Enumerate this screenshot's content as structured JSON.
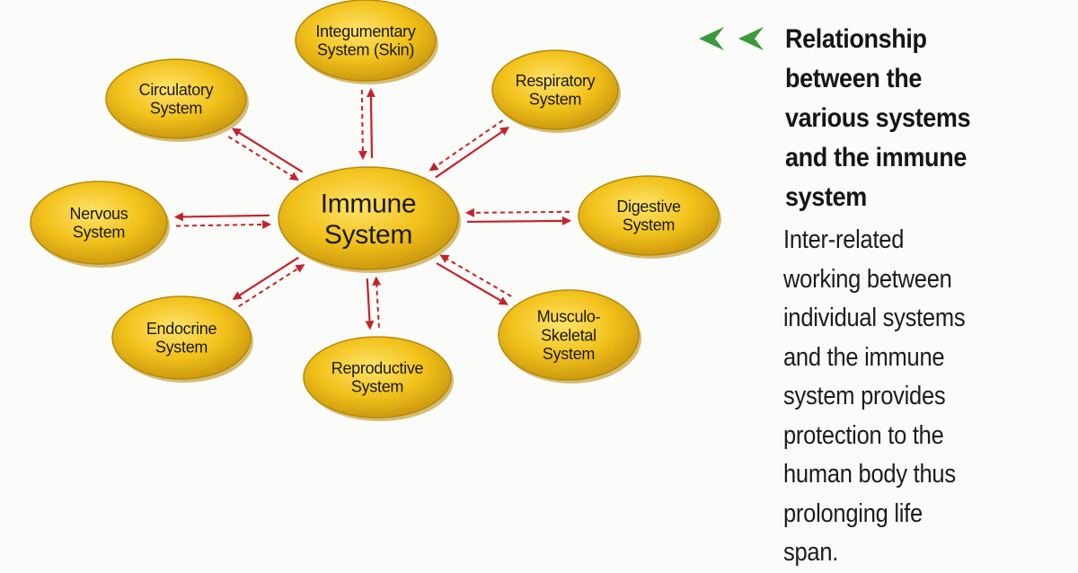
{
  "diagram": {
    "center": {
      "id": "immune",
      "lines": [
        "Immune",
        "System"
      ]
    },
    "nodes": [
      {
        "id": "integumentary",
        "lines": [
          "Integumentary",
          "System (Skin)"
        ]
      },
      {
        "id": "respiratory",
        "lines": [
          "Respiratory",
          "System"
        ]
      },
      {
        "id": "digestive",
        "lines": [
          "Digestive",
          "System"
        ]
      },
      {
        "id": "musculo-skeletal",
        "lines": [
          "Musculo-",
          "Skeletal",
          "System"
        ]
      },
      {
        "id": "reproductive",
        "lines": [
          "Reproductive",
          "System"
        ]
      },
      {
        "id": "endocrine",
        "lines": [
          "Endocrine",
          "System"
        ]
      },
      {
        "id": "nervous",
        "lines": [
          "Nervous",
          "System"
        ]
      },
      {
        "id": "circulatory",
        "lines": [
          "Circulatory",
          "System"
        ]
      }
    ],
    "colors": {
      "ellipse_fill": "#f2c21b",
      "ellipse_shadow": "#b48a0c",
      "arrow_solid": "#c4232b",
      "arrow_dashed": "#c4232b",
      "chevron": "#3b9a3a"
    }
  },
  "panel": {
    "heading_lines": [
      "Relationship",
      "between the",
      "various systems",
      "and the immune",
      "system"
    ],
    "body_lines": [
      "Inter-related",
      "working between",
      "individual systems",
      "and the immune",
      "system provides",
      "protection to the",
      "human body thus",
      "prolonging life",
      "span."
    ]
  }
}
